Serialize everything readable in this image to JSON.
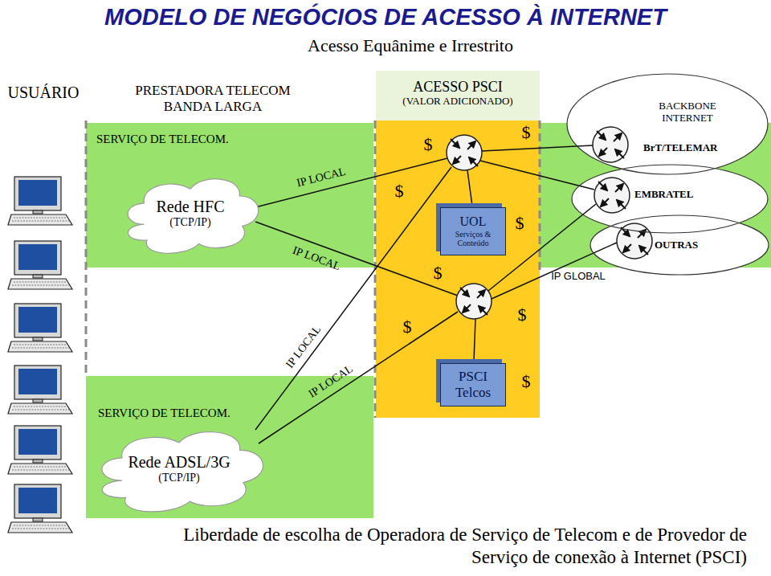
{
  "diagram": {
    "title": "MODELO DE NEGÓCIOS DE ACESSO À INTERNET",
    "caption": "Liberdade de escolha de Operadora de Serviço de Telecom e de Provedor de Serviço de conexão à Internet (PSCI)",
    "nodes": [
      {
        "text": [
          "SERVIÇO DE TELECOM."
        ]
      },
      {
        "text": [
          "Rede HFC",
          "(TCP/IP)"
        ],
        "in": 0
      },
      {
        "text": [
          "ACESSO PSCI",
          "(VALOR ADICIONADO)"
        ]
      },
      {
        "text": [
          "UOL",
          "Serviços & Conteúdo"
        ],
        "in": 2
      },
      {
        "text": [
          "PSCI Telcos"
        ],
        "in": 2
      },
      {
        "text": [
          "BrT/TELEMAR"
        ]
      },
      {
        "text": [
          "EMBRATEL"
        ]
      },
      {
        "text": [
          "OUTRAS"
        ]
      },
      {
        "text": [
          "SERVIÇO DE TELECOM."
        ]
      },
      {
        "text": [
          "Rede ADSL/3G",
          "(TCP/IP)"
        ],
        "in": 8
      }
    ],
    "labels": [
      "Acesso Equânime e Irrestrito",
      "USUÁRIO",
      "PRESTADORA TELECOM BANDA LARGA",
      "BACKBONE INTERNET",
      "IP LOCAL",
      "IP LOCAL",
      "IP LOCAL",
      "IP LOCAL",
      "IP GLOBAL",
      "$",
      "$",
      "$",
      "$",
      "$",
      "$",
      "$",
      "$"
    ]
  }
}
